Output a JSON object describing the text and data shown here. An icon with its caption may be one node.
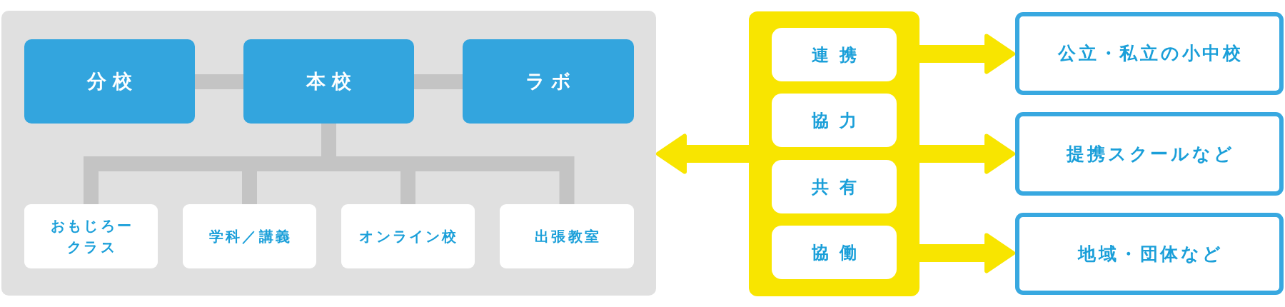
{
  "diagram": {
    "nodes": [
      {
        "text": [],
        "shape": "box"
      },
      {
        "text": [
          "分校"
        ],
        "in": 0
      },
      {
        "text": [
          "本校"
        ],
        "in": 0
      },
      {
        "text": [
          "ラボ"
        ],
        "in": 0
      },
      {
        "text": [
          "おもじろークラス"
        ],
        "in": 0
      },
      {
        "text": [
          "学科／講義"
        ],
        "in": 0
      },
      {
        "text": [
          "オンライン校"
        ],
        "in": 0
      },
      {
        "text": [
          "出張教室"
        ],
        "in": 0
      },
      {
        "text": [],
        "shape": "box"
      },
      {
        "text": [
          "連携"
        ],
        "in": 8
      },
      {
        "text": [
          "協力"
        ],
        "in": 8
      },
      {
        "text": [
          "共有"
        ],
        "in": 8
      },
      {
        "text": [
          "協働"
        ],
        "in": 8
      },
      {
        "text": [
          "公立・私立の小中校"
        ]
      },
      {
        "text": [
          "提携スクールなど"
        ]
      },
      {
        "text": [
          "地域・団体など"
        ]
      }
    ],
    "edges": [
      {
        "from": 1,
        "to": 2,
        "arrow": "none"
      },
      {
        "from": 2,
        "to": 3,
        "arrow": "none"
      },
      {
        "from": 2,
        "to": 4,
        "arrow": "none"
      },
      {
        "from": 2,
        "to": 5,
        "arrow": "none"
      },
      {
        "from": 2,
        "to": 6,
        "arrow": "none"
      },
      {
        "from": 2,
        "to": 7,
        "arrow": "none"
      },
      {
        "from": 8,
        "to": 0,
        "arrow": "to",
        "color": "#f8e500"
      },
      {
        "from": 8,
        "to": 13,
        "arrow": "to",
        "color": "#f8e500"
      },
      {
        "from": 8,
        "to": 14,
        "arrow": "to",
        "color": "#f8e500"
      },
      {
        "from": 8,
        "to": 15,
        "arrow": "to",
        "color": "#f8e500"
      }
    ]
  }
}
